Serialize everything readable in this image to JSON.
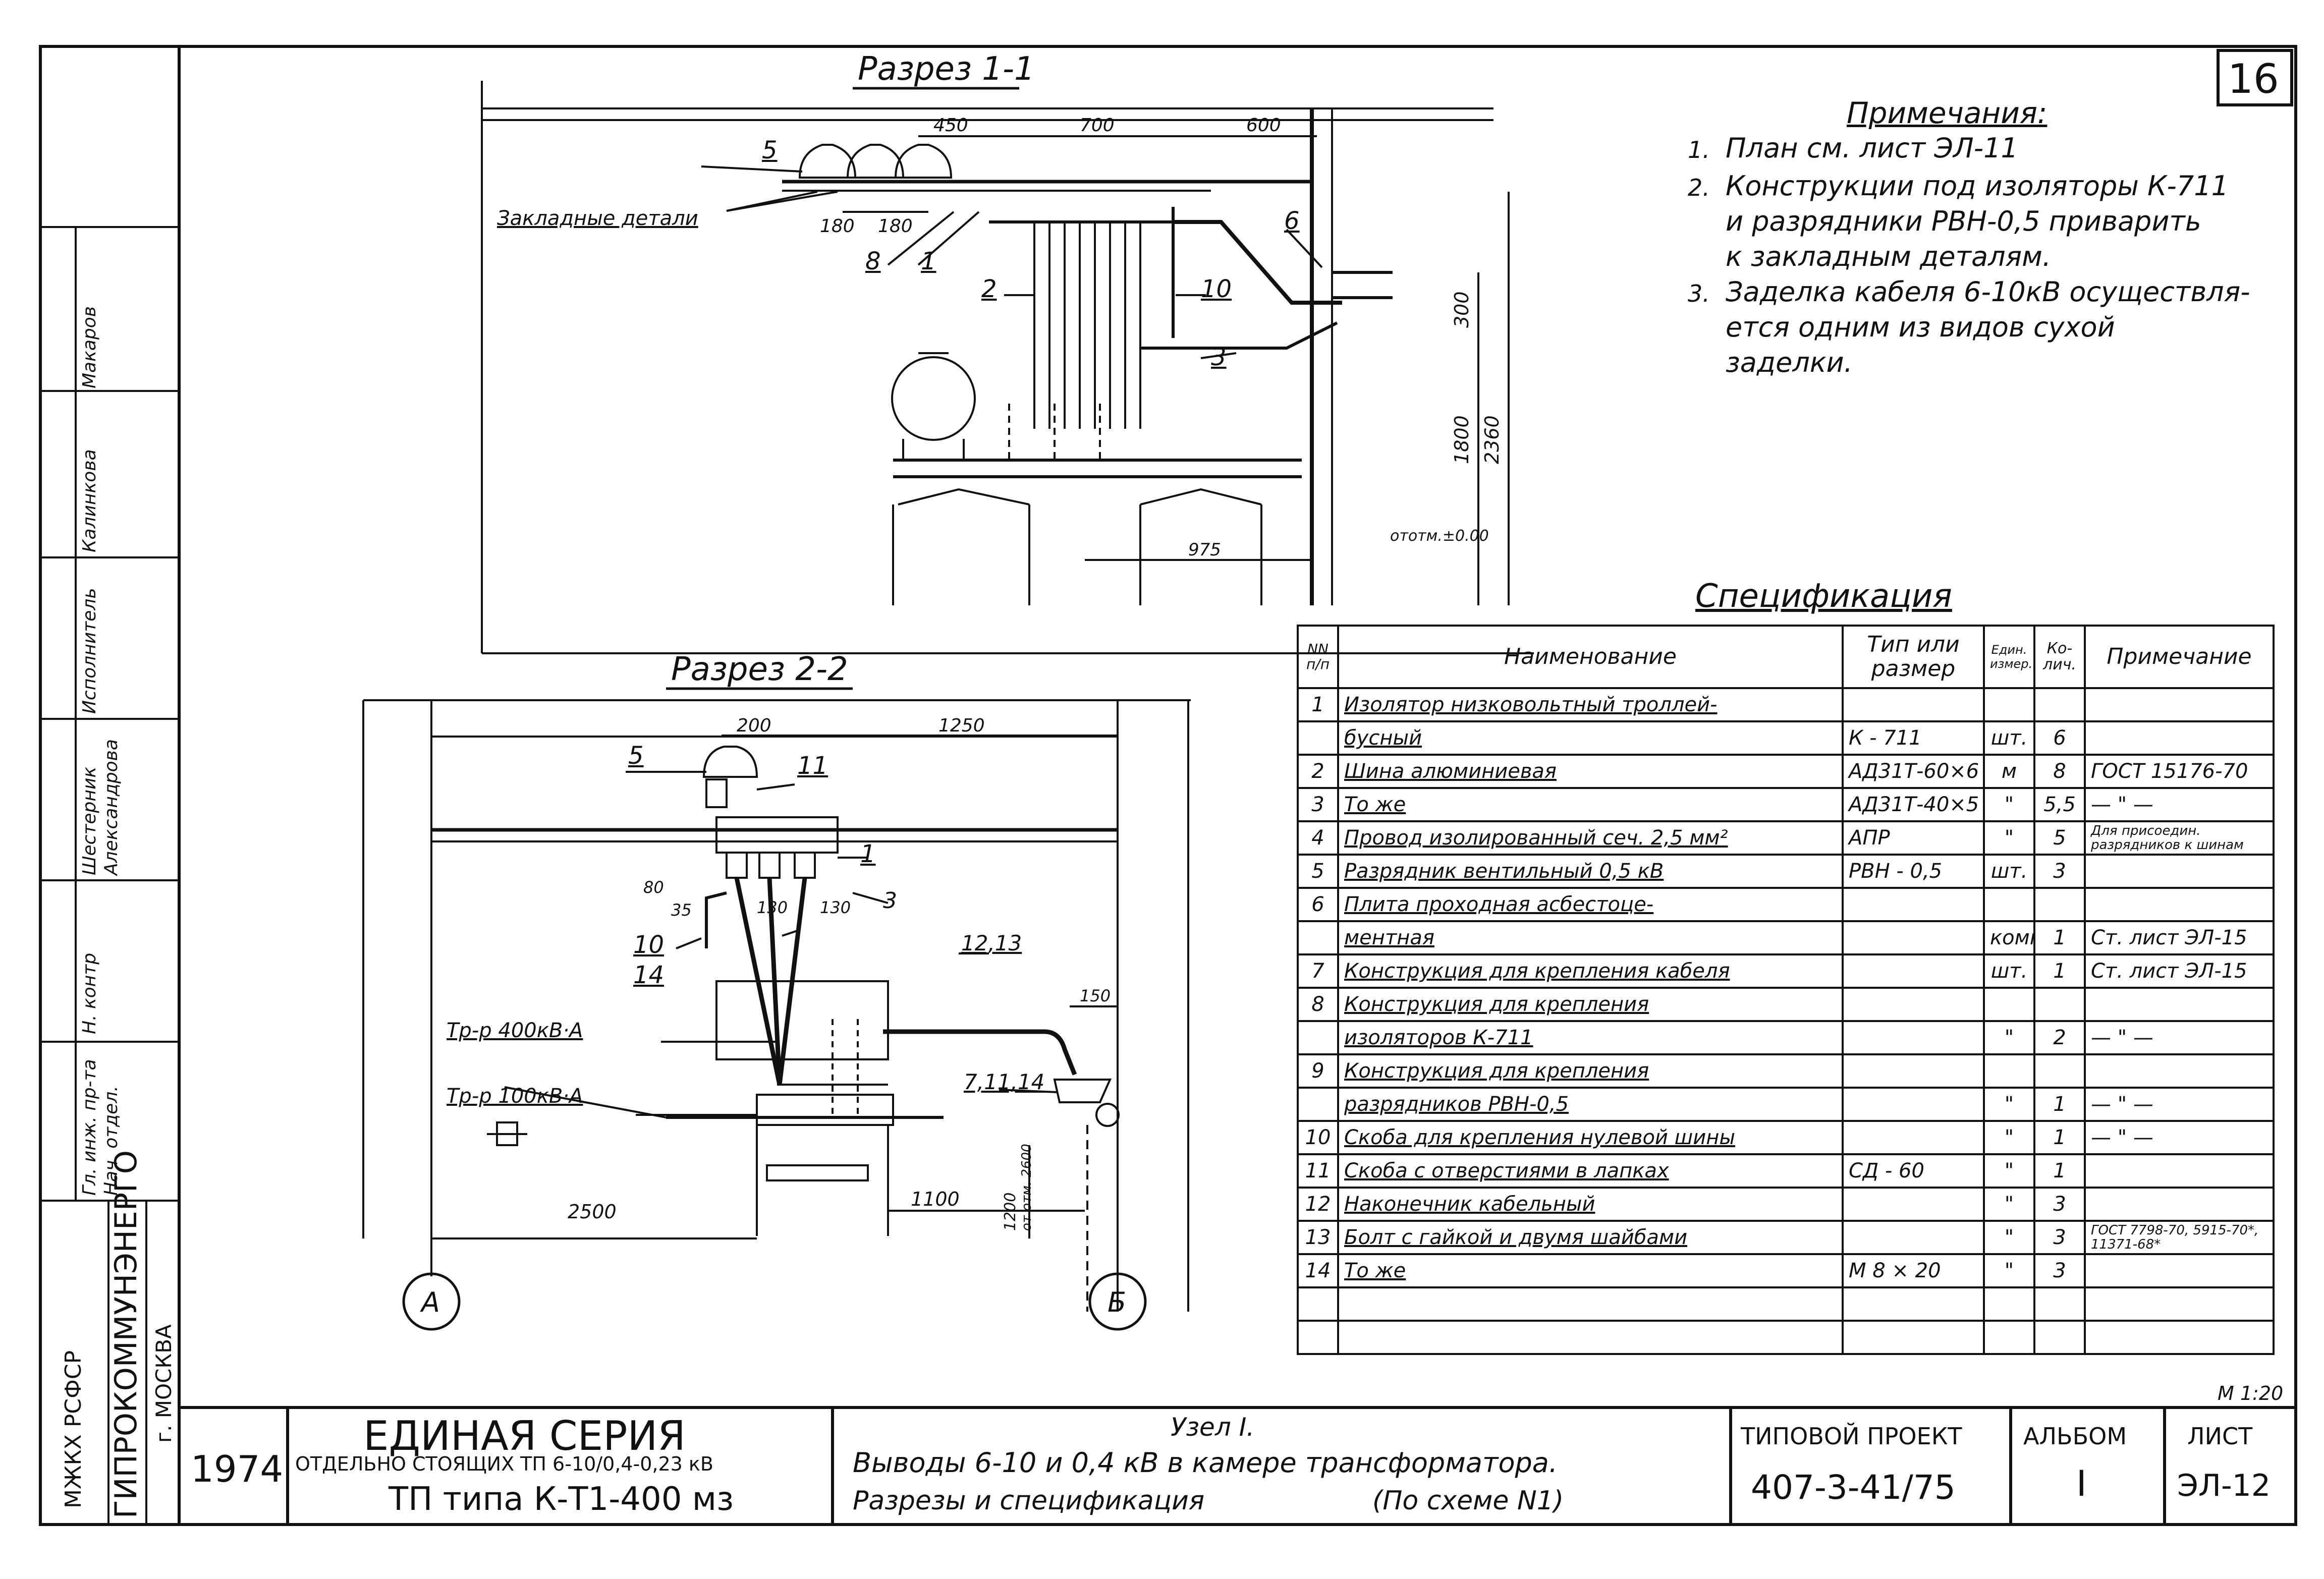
{
  "sheet": {
    "number": "16",
    "scale": "М 1:20"
  },
  "section_1_1": {
    "title": "Разрез 1-1",
    "dims": [
      "450",
      "700",
      "600",
      "180",
      "180",
      "300",
      "1800",
      "2360",
      "975"
    ],
    "labels": {
      "embedded": "Закладные детали",
      "level": "ототм.±0.00"
    },
    "callouts": [
      "5",
      "8",
      "1",
      "2",
      "10",
      "3",
      "6"
    ]
  },
  "section_2_2": {
    "title": "Разрез 2-2",
    "dims": [
      "200",
      "1250",
      "80",
      "35",
      "130",
      "130",
      "150",
      "2500",
      "1100",
      "1200",
      "от отм. 2600"
    ],
    "labels": {
      "tr400": "Тр-р 400кВ·А",
      "tr100": "Тр-р 100кВ·А"
    },
    "callouts": [
      "5",
      "11",
      "1",
      "3",
      "12,13",
      "10",
      "14",
      "7,11,14"
    ],
    "axes": [
      "А",
      "Б"
    ]
  },
  "notes": {
    "title": "Примечания:",
    "items": [
      {
        "n": "1.",
        "lines": [
          "План см. лист ЭЛ-11"
        ]
      },
      {
        "n": "2.",
        "lines": [
          "Конструкции под изоляторы К-711",
          "и разрядники РВН-0,5 приварить",
          "к закладным деталям."
        ]
      },
      {
        "n": "3.",
        "lines": [
          "Заделка кабеля 6-10кВ осуществля-",
          "ется одним из видов сухой",
          "заделки."
        ]
      }
    ]
  },
  "spec": {
    "title": "Спецификация",
    "headers": [
      "NN п/п",
      "Наименование",
      "Тип или размер",
      "Един. измер.",
      "Ко-лич.",
      "Примечание"
    ],
    "rows": [
      [
        "1",
        "Изолятор низковольтный троллей-",
        "",
        "",
        "",
        ""
      ],
      [
        "",
        "бусный",
        "К - 711",
        "шт.",
        "6",
        ""
      ],
      [
        "2",
        "Шина алюминиевая",
        "АД31Т-60×6",
        "м",
        "8",
        "ГОСТ 15176-70"
      ],
      [
        "3",
        "То же",
        "АД31Т-40×5",
        "\"",
        "5,5",
        "— \" —"
      ],
      [
        "4",
        "Провод изолированный сеч. 2,5 мм²",
        "АПР",
        "\"",
        "5",
        "Для присоедин. разрядников к шинам"
      ],
      [
        "5",
        "Разрядник вентильный 0,5 кВ",
        "РВН - 0,5",
        "шт.",
        "3",
        ""
      ],
      [
        "6",
        "Плита проходная асбестоце-",
        "",
        "",
        "",
        ""
      ],
      [
        "",
        "ментная",
        "",
        "компл.",
        "1",
        "Ст. лист ЭЛ-15"
      ],
      [
        "7",
        "Конструкция для крепления кабеля",
        "",
        "шт.",
        "1",
        "Ст. лист ЭЛ-15"
      ],
      [
        "8",
        "Конструкция для крепления",
        "",
        "",
        "",
        ""
      ],
      [
        "",
        "изоляторов К-711",
        "",
        "\"",
        "2",
        "— \" —"
      ],
      [
        "9",
        "Конструкция для крепления",
        "",
        "",
        "",
        ""
      ],
      [
        "",
        "разрядников РВН-0,5",
        "",
        "\"",
        "1",
        "— \" —"
      ],
      [
        "10",
        "Скоба для крепления нулевой шины",
        "",
        "\"",
        "1",
        "— \" —"
      ],
      [
        "11",
        "Скоба с отверстиями в лапках",
        "СД - 60",
        "\"",
        "1",
        ""
      ],
      [
        "12",
        "Наконечник кабельный",
        "",
        "\"",
        "3",
        ""
      ],
      [
        "13",
        "Болт с гайкой и двумя шайбами",
        "",
        "\"",
        "3",
        "ГОСТ 7798-70, 5915-70*, 11371-68*"
      ],
      [
        "14",
        "То же",
        "М 8 × 20",
        "\"",
        "3",
        ""
      ],
      [
        "",
        "",
        "",
        "",
        "",
        ""
      ],
      [
        "",
        "",
        "",
        "",
        "",
        ""
      ]
    ]
  },
  "side_stamp": {
    "roles": [
      "Гл. инж. пр-та",
      "Н. контр",
      "Шестерник",
      "Исполнитель",
      "Макаров"
    ],
    "names": [
      "Нач. отдел.",
      "Александрова",
      "Калинкова"
    ],
    "org_1": "МЖКХ РСФСР",
    "org_2": "ГИПРОКОММУНЭНЕРГО",
    "city": "г. МОСКВА"
  },
  "title_block": {
    "year": "1974",
    "series": "ЕДИНАЯ СЕРИЯ",
    "subtitle": "ОТДЕЛЬНО СТОЯЩИХ ТП 6-10/0,4-0,23 кВ",
    "tp_type": "ТП типа К-Т1-400 мз",
    "node": "Узел I.",
    "desc_1": "Выводы 6-10 и 0,4 кВ в камере трансформатора.",
    "desc_2": "Разрезы и спецификация",
    "scheme": "(По схеме N1)",
    "project_label": "ТИПОВОЙ ПРОЕКТ",
    "project_no": "407-3-41/75",
    "album_label": "АЛЬБОМ",
    "album_no": "I",
    "sheet_label": "ЛИСТ",
    "sheet_no": "ЭЛ-12"
  }
}
